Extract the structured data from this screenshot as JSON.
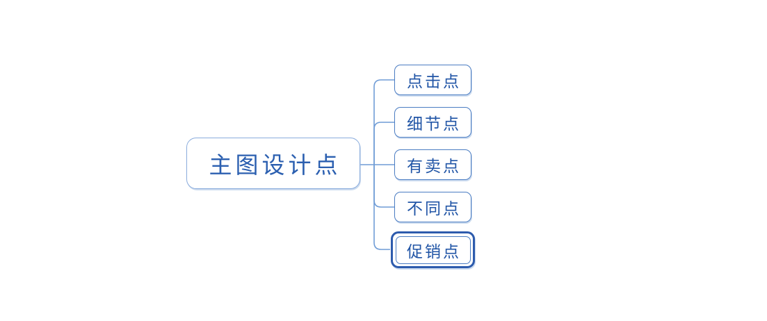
{
  "diagram": {
    "type": "mindmap",
    "root": {
      "label": "主图设计点"
    },
    "children": [
      {
        "label": "点击点",
        "selected": false
      },
      {
        "label": "细节点",
        "selected": false
      },
      {
        "label": "有卖点",
        "selected": false
      },
      {
        "label": "不同点",
        "selected": false
      },
      {
        "label": "促销点",
        "selected": true
      }
    ]
  },
  "colors": {
    "background": "#ffffff",
    "root_border": "#89abdc",
    "node_border": "#4a7cc2",
    "connector": "#6f9cd6",
    "selection_ring": "#2d5bad",
    "root_text": "#2b5fb0",
    "node_text": "#2155a6"
  }
}
